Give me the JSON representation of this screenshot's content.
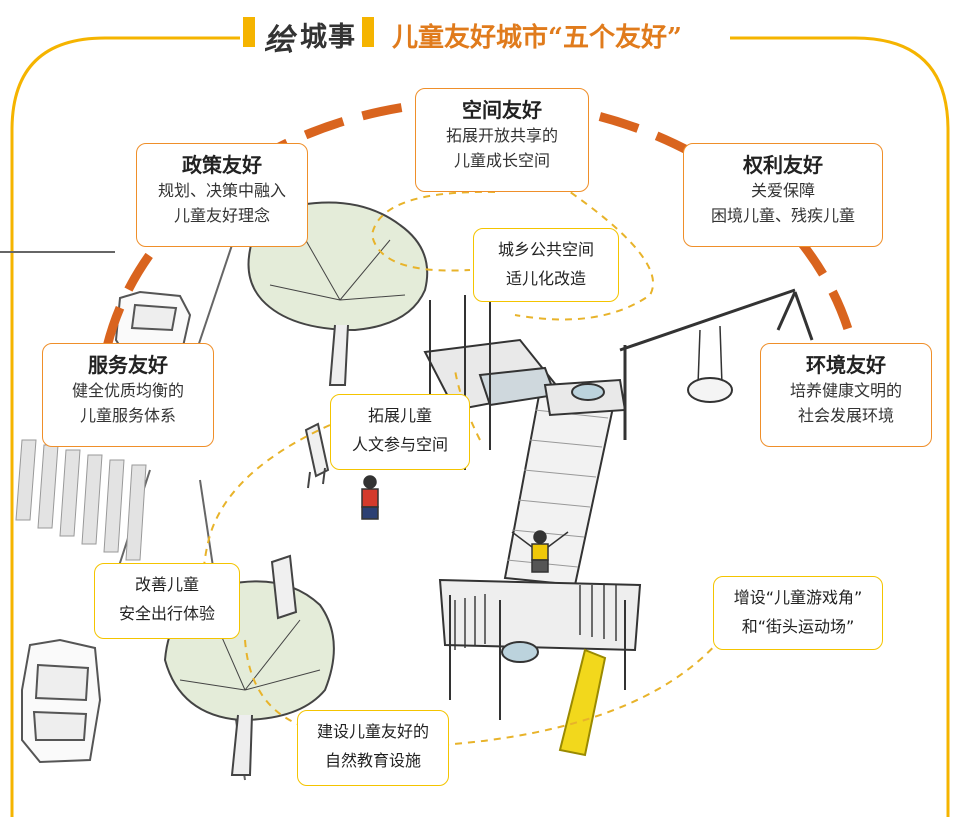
{
  "header": {
    "icon_char": "绘",
    "section_name": "城事",
    "title": "儿童友好城市“五个友好”"
  },
  "colors": {
    "accent_orange": "#e07b1c",
    "accent_yellow": "#f5b400",
    "arc_orange": "#d9641e"
  },
  "principles": {
    "space": {
      "title": "空间友好",
      "lines": [
        "拓展开放共享的",
        "儿童成长空间"
      ]
    },
    "policy": {
      "title": "政策友好",
      "lines": [
        "规划、决策中融入",
        "儿童友好理念"
      ]
    },
    "rights": {
      "title": "权利友好",
      "lines": [
        "关爱保障",
        "困境儿童、残疾儿童"
      ]
    },
    "service": {
      "title": "服务友好",
      "lines": [
        "健全优质均衡的",
        "儿童服务体系"
      ]
    },
    "environment": {
      "title": "环境友好",
      "lines": [
        "培养健康文明的",
        "社会发展环境"
      ]
    }
  },
  "measures": {
    "public_space": [
      "城乡公共空间",
      "适儿化改造"
    ],
    "humanities": [
      "拓展儿童",
      "人文参与空间"
    ],
    "travel": [
      "改善儿童",
      "安全出行体验"
    ],
    "playground": [
      "增设“儿童游戏角”",
      "和“街头运动场”"
    ],
    "nature": [
      "建设儿童友好的",
      "自然教育设施"
    ]
  }
}
